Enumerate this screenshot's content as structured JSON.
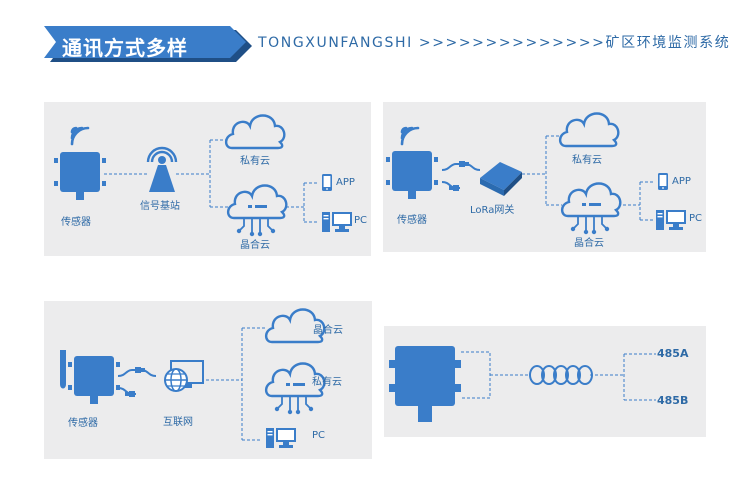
{
  "header": {
    "title": "通讯方式多样",
    "subtitle": "TONGXUNFANGSHI >>>>>>>>>>>>>>矿区环境监测系统"
  },
  "panels": {
    "p1": {
      "sensor": "传感器",
      "base_station": "信号基站",
      "private_cloud": "私有云",
      "jinghe_cloud": "晶合云",
      "app": "APP",
      "pc": "PC"
    },
    "p2": {
      "sensor": "传感器",
      "gateway": "LoRa网关",
      "private_cloud": "私有云",
      "jinghe_cloud": "晶合云",
      "app": "APP",
      "pc": "PC"
    },
    "p3": {
      "sensor": "传感器",
      "internet": "互联网",
      "jinghe_cloud": "晶合云",
      "private_cloud": "私有云",
      "pc": "PC"
    },
    "p4": {
      "out_a": "485A",
      "out_b": "485B"
    }
  },
  "colors": {
    "accent": "#3a7dc9",
    "dark": "#1f4f86",
    "panel": "#ececed"
  }
}
